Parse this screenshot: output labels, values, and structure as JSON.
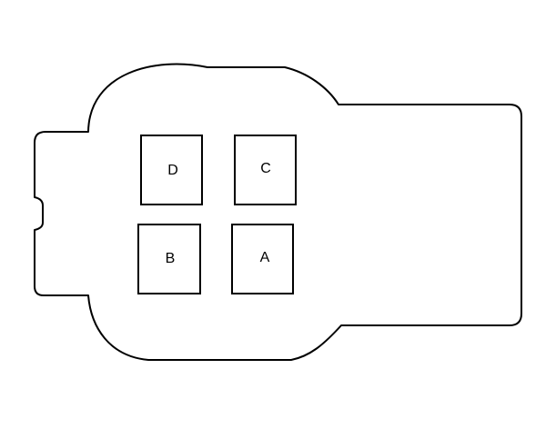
{
  "connector": {
    "pins": [
      {
        "id": "D",
        "label": "D"
      },
      {
        "id": "C",
        "label": "C"
      },
      {
        "id": "B",
        "label": "B"
      },
      {
        "id": "A",
        "label": "A"
      }
    ]
  },
  "colors": {
    "stroke": "#000000",
    "background": "#ffffff"
  }
}
